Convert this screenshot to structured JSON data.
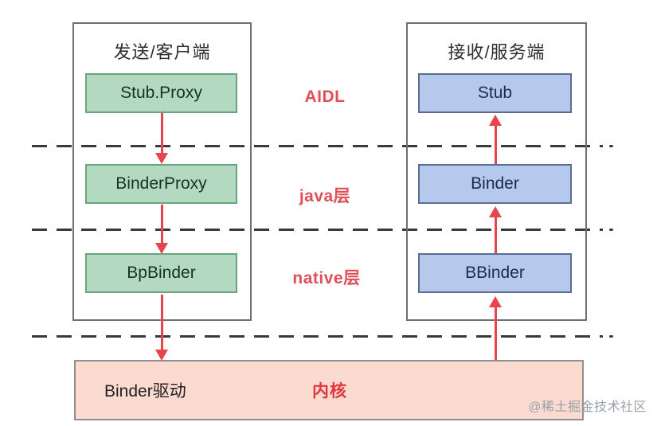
{
  "diagram": {
    "left_panel": {
      "title": "发送/客户端",
      "boxes": [
        {
          "label": "Stub.Proxy"
        },
        {
          "label": "BinderProxy"
        },
        {
          "label": "BpBinder"
        }
      ]
    },
    "right_panel": {
      "title": "接收/服务端",
      "boxes": [
        {
          "label": "Stub"
        },
        {
          "label": "Binder"
        },
        {
          "label": "BBinder"
        }
      ]
    },
    "layer_labels": [
      {
        "label": "AIDL"
      },
      {
        "label": "java层"
      },
      {
        "label": "native层"
      }
    ],
    "kernel_bar": {
      "driver_label": "Binder驱动",
      "layer_label": "内核"
    },
    "watermark": "@稀土掘金技术社区",
    "colors": {
      "client_box_fill": "#b3d9c0",
      "client_box_border": "#68a57c",
      "server_box_fill": "#b4c9ec",
      "server_box_border": "#5c6b92",
      "kernel_fill": "#fbdacf",
      "kernel_border": "#8f8f8f",
      "arrow_red": "#e8444e",
      "label_red": "#e05059",
      "dash_gray": "#3a3a3a",
      "panel_border": "#6f6f6f"
    }
  }
}
